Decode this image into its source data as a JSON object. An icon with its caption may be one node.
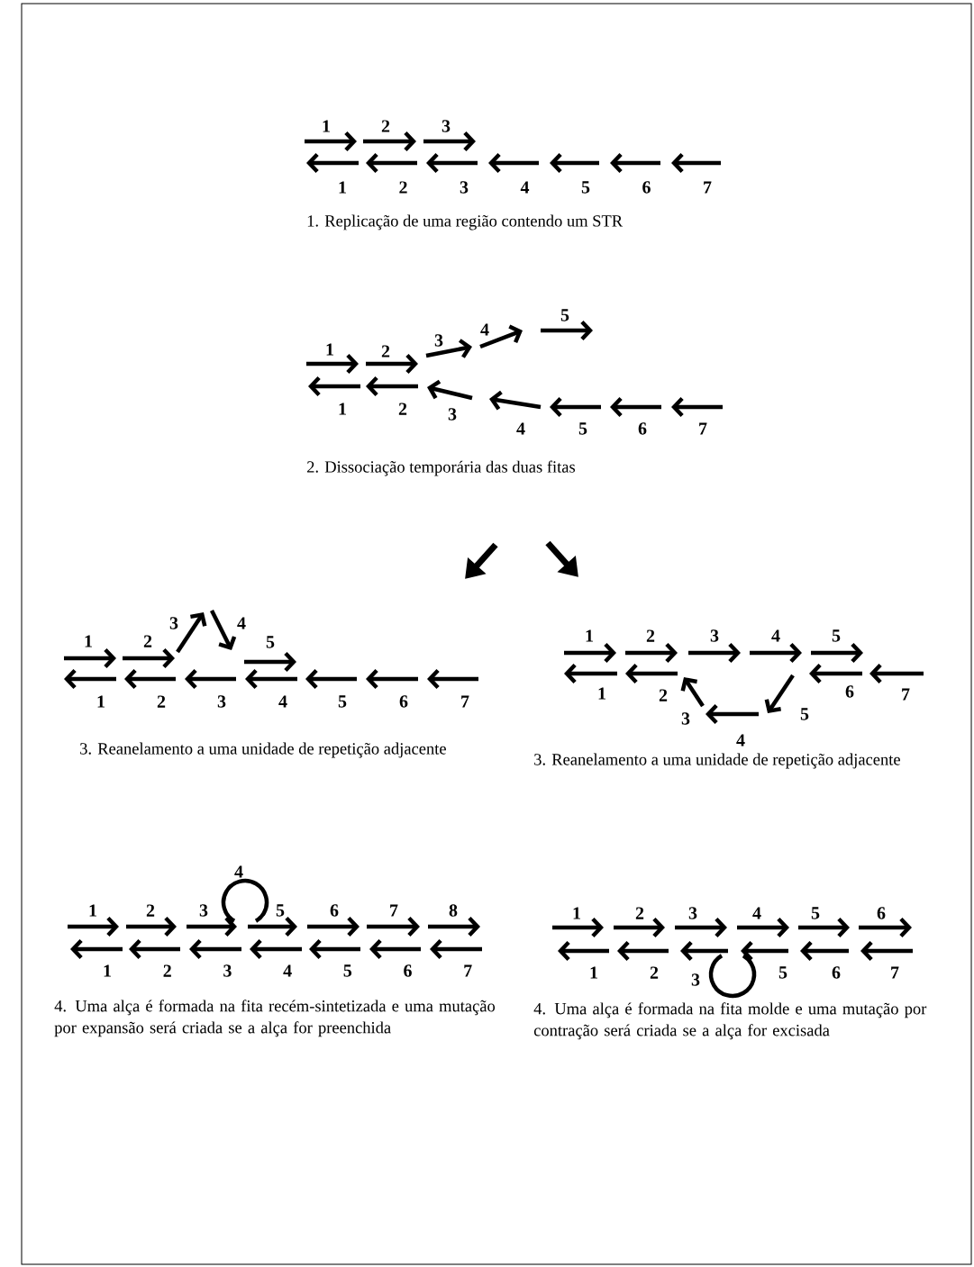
{
  "diagram": {
    "labels": [
      "1",
      "2",
      "3",
      "1",
      "2",
      "3",
      "4",
      "5",
      "6",
      "7",
      "1. Replicação de uma região contendo um STR",
      "1",
      "2",
      "3",
      "4",
      "5",
      "1",
      "2",
      "3",
      "4",
      "5",
      "6",
      "7",
      "2. Dissociação temporária das duas fitas",
      "1",
      "2",
      "3",
      "4",
      "5",
      "1",
      "2",
      "3",
      "4",
      "5",
      "6",
      "7",
      "3. Reanelamento a uma unidade de repetição adjacente",
      "1",
      "2",
      "3",
      "4",
      "5",
      "1",
      "2",
      "6",
      "7",
      "3",
      "5",
      "4",
      "3. Reanelamento a uma unidade de repetição adjacente",
      "4",
      "1",
      "2",
      "3",
      "5",
      "6",
      "7",
      "8",
      "1",
      "2",
      "3",
      "4",
      "5",
      "6",
      "7",
      "4. Uma alça é formada na fita recém-sintetizada e uma mutação por expansão será criada se a alça for preenchida",
      "1",
      "2",
      "3",
      "4",
      "5",
      "6",
      "1",
      "2",
      "3",
      "5",
      "6",
      "7",
      "4. Uma alça é formada na fita molde e uma mutação por contração será criada se a alça for excisada"
    ]
  }
}
